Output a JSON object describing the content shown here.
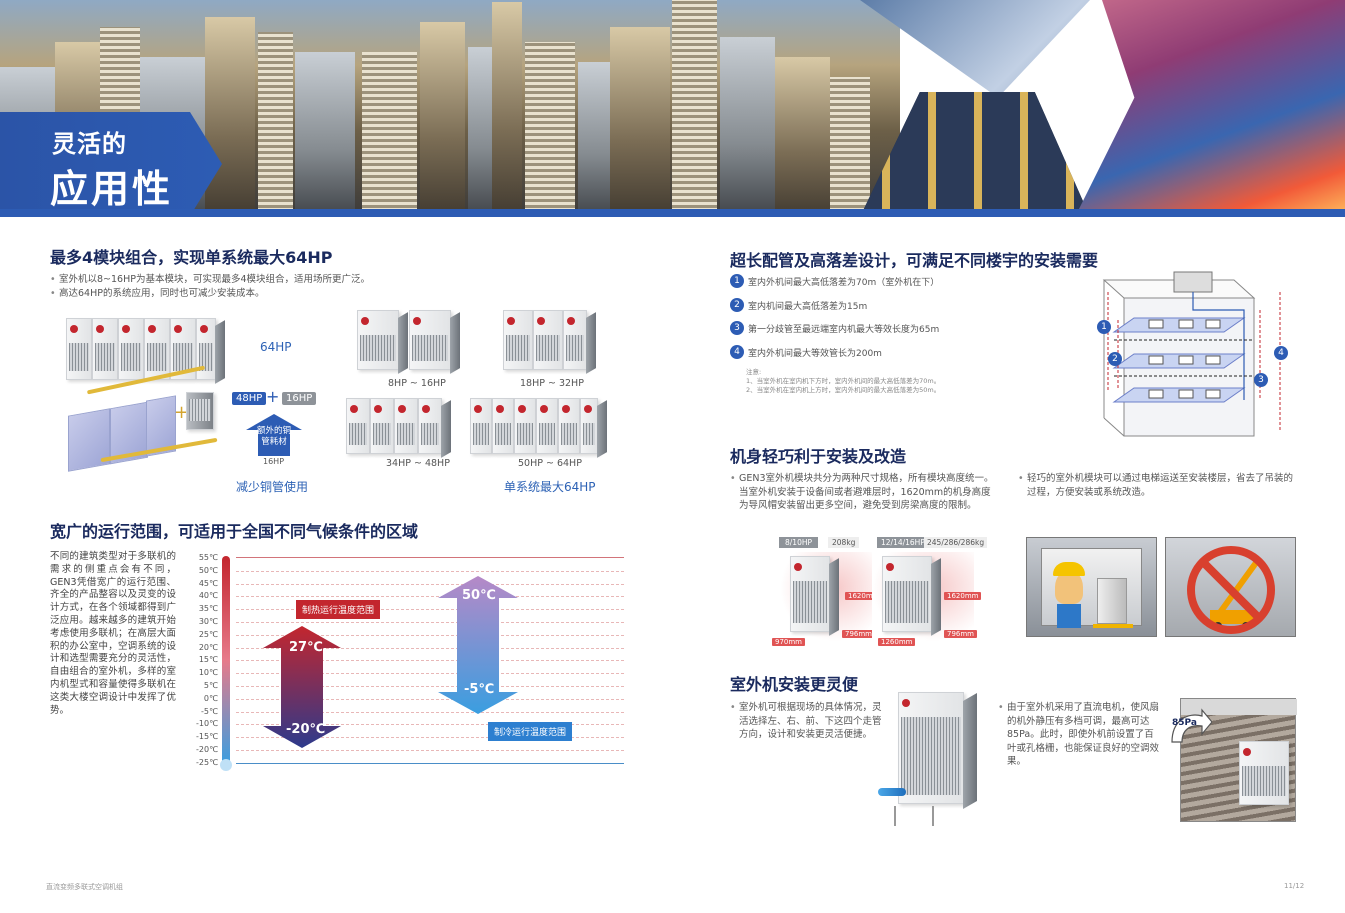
{
  "banner": {
    "title_line1": "灵活的",
    "title_line2": "应用性"
  },
  "section1": {
    "title": "最多4模块组合，实现单系统最大64HP",
    "bullets": [
      "室外机以8~16HP为基本模块，可实现最多4模块组合，适用场所更广泛。",
      "高达64HP的系统应用，同时也可减少安装成本。"
    ],
    "label_64hp": "64HP",
    "tag_48hp": "48HP",
    "tag_16hp": "16HP",
    "plus": "+",
    "arrow_text": "额外的铜管耗材",
    "label_16hp_small": "16HP",
    "caption_left": "减少铜管使用",
    "unit_labels": [
      "8HP ~ 16HP",
      "18HP ~ 32HP",
      "34HP ~ 48HP",
      "50HP ~ 64HP"
    ],
    "caption_right": "单系统最大64HP"
  },
  "section2": {
    "title": "宽广的运行范围，可适用于全国不同气候条件的区域",
    "paragraph": "不同的建筑类型对于多联机的需求的侧重点会有不同，GEN3凭借宽广的运行范围、齐全的产品整容以及灵变的设计方式，在各个领域都得到广泛应用。越来越多的建筑开始考虑使用多联机；在高层大面积的办公室中，空调系统的设计和选型需要充分的灵活性，自由组合的室外机，多样的室内机型式和容量使得多联机在这类大楼空调设计中发挥了优势。",
    "ticks": [
      "55℃",
      "50℃",
      "45℃",
      "40℃",
      "35℃",
      "30℃",
      "25℃",
      "20℃",
      "15℃",
      "10℃",
      "5℃",
      "0℃",
      "-5℃",
      "-10℃",
      "-15℃",
      "-20℃",
      "-25℃"
    ],
    "heat_label": "制热运行温度范围",
    "heat_top": "27℃",
    "heat_bottom": "-20℃",
    "cool_label": "制冷运行温度范围",
    "cool_top": "50℃",
    "cool_bottom": "-5℃"
  },
  "section3": {
    "title": "超长配管及高落差设计，可满足不同楼宇的安装需要",
    "items": [
      {
        "n": "1",
        "text": "室内外机间最大高低落差为70m（室外机在下）"
      },
      {
        "n": "2",
        "text": "室内机间最大高低落差为15m"
      },
      {
        "n": "3",
        "text": "第一分歧管至最远端室内机最大等效长度为65m"
      },
      {
        "n": "4",
        "text": "室内外机间最大等效管长为200m"
      }
    ],
    "notes": [
      "注意:",
      "1、当室外机在室内机下方时，室内外机间的最大高低落差为70m。",
      "2、当室外机在室内机上方时，室内外机间的最大高低落差为50m。"
    ],
    "diagram_nums": [
      "1",
      "2",
      "3",
      "4"
    ]
  },
  "section4": {
    "title": "机身轻巧利于安装及改造",
    "bullet_left": "GEN3室外机模块共分为两种尺寸规格，所有模块高度统一。当室外机安装于设备间或者避难层时，1620mm的机身高度为导风帽安装留出更多空间，避免受到房梁高度的限制。",
    "bullet_right": "轻巧的室外机模块可以通过电梯运送至安装楼层，省去了吊装的过程，方便安装或系统改造。",
    "spec1_model": "8/10HP",
    "spec1_weight": "208kg",
    "spec2_model": "12/14/16HP",
    "spec2_weight": "245/286/286kg",
    "dims1": [
      "1620mm",
      "970mm",
      "796mm"
    ],
    "dims2": [
      "1620mm",
      "1260mm",
      "796mm"
    ]
  },
  "section5": {
    "title": "室外机安装更灵便",
    "bullet_left": "室外机可根据现场的具体情况，灵活选择左、右、前、下这四个走管方向，设计和安装更灵活便捷。",
    "bullet_right": "由于室外机采用了直流电机，使风扇的机外静压有多档可调，最高可达85Pa。此时，即使外机前设置了百叶或孔格栅，也能保证良好的空调效果。",
    "pa_label": "85Pa"
  },
  "footer": {
    "left": "直流变频多联式空调机组",
    "right": "11/12"
  },
  "colors": {
    "brand_blue": "#2d5cb4",
    "title_navy": "#1a2a5e",
    "heat_red": "#c3262e",
    "cool_blue": "#3a9ee0"
  }
}
